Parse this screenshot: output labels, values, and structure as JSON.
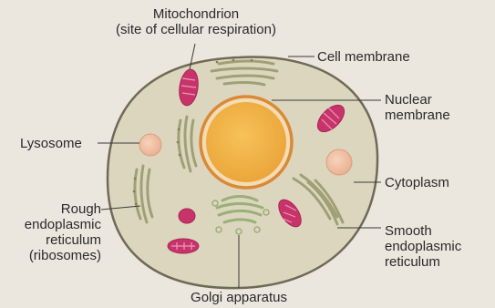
{
  "labels": {
    "mitochondrion": "Mitochondrion",
    "mitochondrion_note": "(site of cellular respiration)",
    "cell_membrane": "Cell membrane",
    "nuclear_membrane_1": "Nuclear",
    "nuclear_membrane_2": "membrane",
    "lysosome": "Lysosome",
    "cytoplasm": "Cytoplasm",
    "rough_er_1": "Rough",
    "rough_er_2": "endoplasmic",
    "rough_er_3": "reticulum",
    "rough_er_4": "(ribosomes)",
    "smooth_er_1": "Smooth",
    "smooth_er_2": "endoplasmic",
    "smooth_er_3": "reticulum",
    "golgi": "Golgi apparatus"
  },
  "colors": {
    "background": "#ebe6de",
    "cytoplasm": "#ddd6bf",
    "cell_outline": "#6f6a56",
    "nucleus_fill": "#f0b54a",
    "nuclear_membrane": "#d98a36",
    "mitochondria": "#c8346a",
    "lysosome": "#f1c0a5",
    "er": "#a0a077",
    "golgi": "#9ab078",
    "leader_line": "#3a3a3a"
  }
}
